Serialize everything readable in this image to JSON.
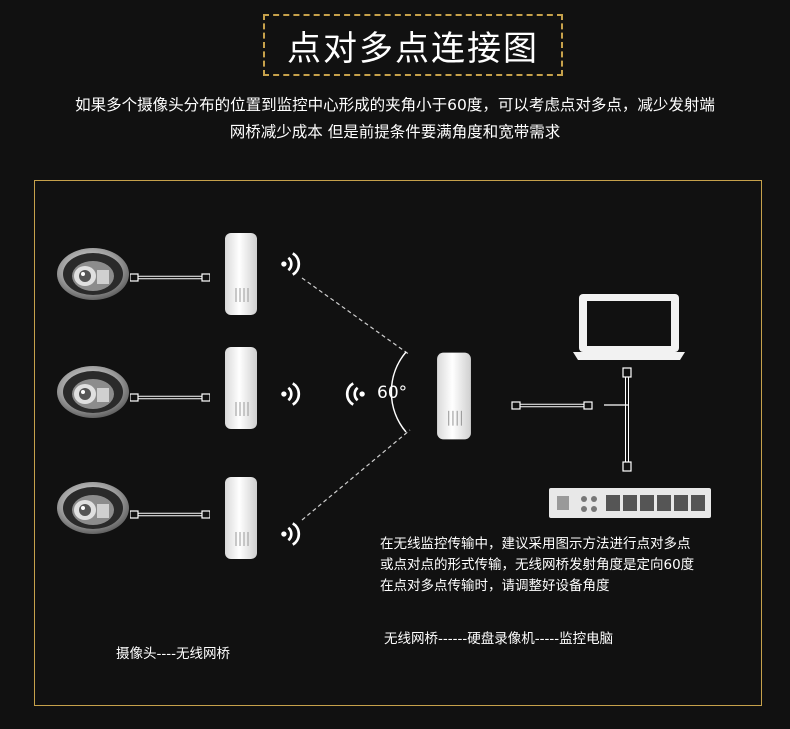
{
  "header": {
    "title": "点对多点连接图",
    "intro_line1": "如果多个摄像头分布的位置到监控中心形成的夹角小于60度，可以考虑点对多点，减少发射端",
    "intro_line2": "网桥减少成本 但是前提条件要满角度和宽带需求"
  },
  "diagram": {
    "angle_label": "60°",
    "note_line1": "在无线监控传输中，建议采用图示方法进行点对多点",
    "note_line2": "或点对点的形式传输，无线网桥发射角度是定向60度",
    "note_line3": "在点对多点传输时，请调整好设备角度",
    "caption_left": "摄像头----无线网桥",
    "caption_right": "无线网桥------硬盘录像机-----监控电脑"
  },
  "colors": {
    "accent": "#c6a14b",
    "background": "#111111",
    "device": "#f2f2f2"
  }
}
